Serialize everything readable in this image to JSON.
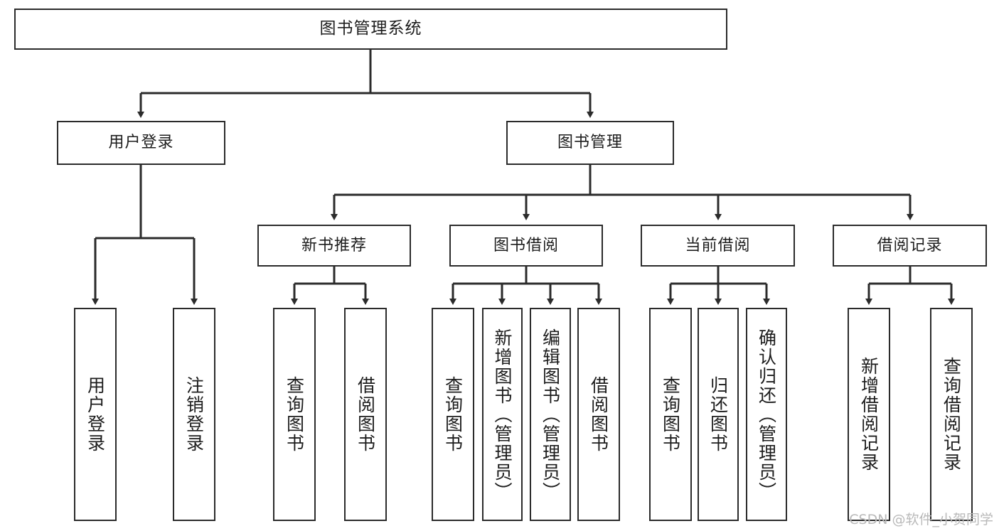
{
  "diagram": {
    "title": "图书管理系统",
    "type": "tree",
    "watermark": "CSDN @软件_小贺同学",
    "colors": {
      "box_border": "#2b2b2b",
      "box_fill": "#ffffff",
      "edge": "#2b2b2b",
      "text": "#1d1d1d",
      "watermark": "#b9b9b9"
    },
    "levels": {
      "level1": [
        {
          "id": "root",
          "label": "图书管理系统"
        }
      ],
      "level2": [
        {
          "id": "login",
          "label": "用户登录",
          "parent": "root"
        },
        {
          "id": "bookmgmt",
          "label": "图书管理",
          "parent": "root"
        }
      ],
      "level3": [
        {
          "id": "newbook",
          "label": "新书推荐",
          "parent": "bookmgmt"
        },
        {
          "id": "borrow",
          "label": "图书借阅",
          "parent": "bookmgmt"
        },
        {
          "id": "current",
          "label": "当前借阅",
          "parent": "bookmgmt"
        },
        {
          "id": "records",
          "label": "借阅记录",
          "parent": "bookmgmt"
        }
      ],
      "level4": [
        {
          "id": "leaf1",
          "label": "用户登录",
          "parent": "login"
        },
        {
          "id": "leaf2",
          "label": "注销登录",
          "parent": "login"
        },
        {
          "id": "leaf3",
          "label": "查询图书",
          "parent": "newbook"
        },
        {
          "id": "leaf4",
          "label": "借阅图书",
          "parent": "newbook"
        },
        {
          "id": "leaf5",
          "label": "查询图书",
          "parent": "borrow"
        },
        {
          "id": "leaf6",
          "label": "新增图书（管理员）",
          "parent": "borrow"
        },
        {
          "id": "leaf7",
          "label": "编辑图书（管理员）",
          "parent": "borrow"
        },
        {
          "id": "leaf8",
          "label": "借阅图书",
          "parent": "borrow"
        },
        {
          "id": "leaf9",
          "label": "查询图书",
          "parent": "current"
        },
        {
          "id": "leaf10",
          "label": "归还图书",
          "parent": "current"
        },
        {
          "id": "leaf11",
          "label": "确认归还（管理员）",
          "parent": "current"
        },
        {
          "id": "leaf12",
          "label": "新增借阅记录",
          "parent": "records"
        },
        {
          "id": "leaf13",
          "label": "查询借阅记录",
          "parent": "records"
        }
      ]
    }
  }
}
